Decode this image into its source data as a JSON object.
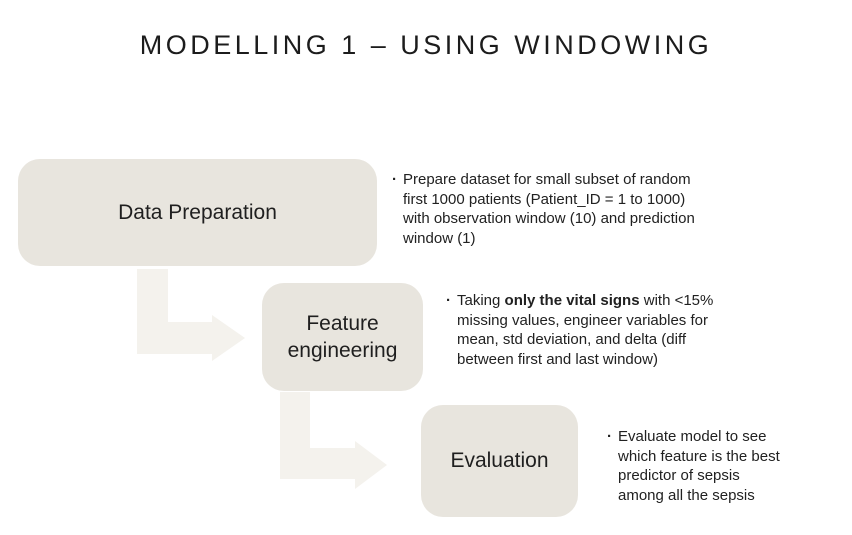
{
  "title": "MODELLING 1 – USING WINDOWING",
  "bullet_marker": "·",
  "colors": {
    "background": "#ffffff",
    "box_fill": "#e8e5de",
    "arrow_fill": "#f4f2ed",
    "title_text": "#1c1c1c",
    "body_text": "#212121"
  },
  "steps": [
    {
      "label": "Data Preparation",
      "bullet_lines": [
        "Prepare dataset for small subset of random",
        "first 1000 patients (Patient_ID = 1 to 1000)",
        "with observation window (10) and prediction",
        "window (1)"
      ]
    },
    {
      "label": "Feature engineering",
      "bullet_line1": {
        "pre": "Taking ",
        "bold": "only the vital signs",
        "post": " with <15%"
      },
      "bullet_lines_rest": [
        "missing values, engineer variables for",
        "mean, std deviation, and delta (diff",
        "between first and last window)"
      ]
    },
    {
      "label": "Evaluation",
      "bullet_lines": [
        "Evaluate model to see",
        "which feature is the best",
        "predictor of sepsis",
        "among all the sepsis"
      ]
    }
  ]
}
